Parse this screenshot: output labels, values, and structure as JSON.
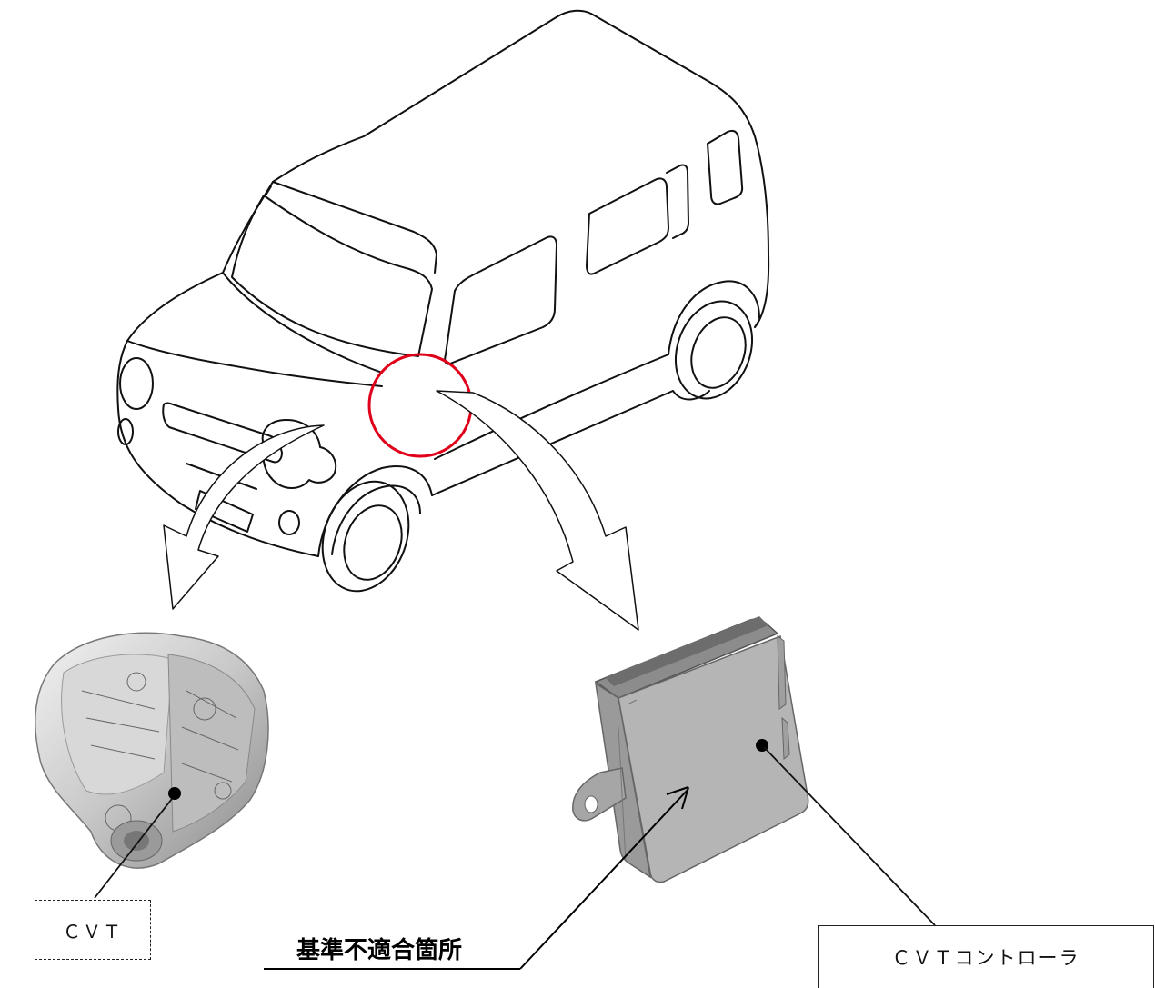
{
  "labels": {
    "cvt": "ＣＶＴ",
    "cvt_controller": "ＣＶＴコントローラ",
    "nonconforming_location": "基準不適合箇所"
  },
  "colors": {
    "highlight_circle": "#e0001a",
    "line": "#000000",
    "controller_body": "#a9a9a9"
  },
  "icons": [
    "car-outline",
    "cvt-transmission",
    "cvt-controller-unit",
    "callout-arrow"
  ]
}
